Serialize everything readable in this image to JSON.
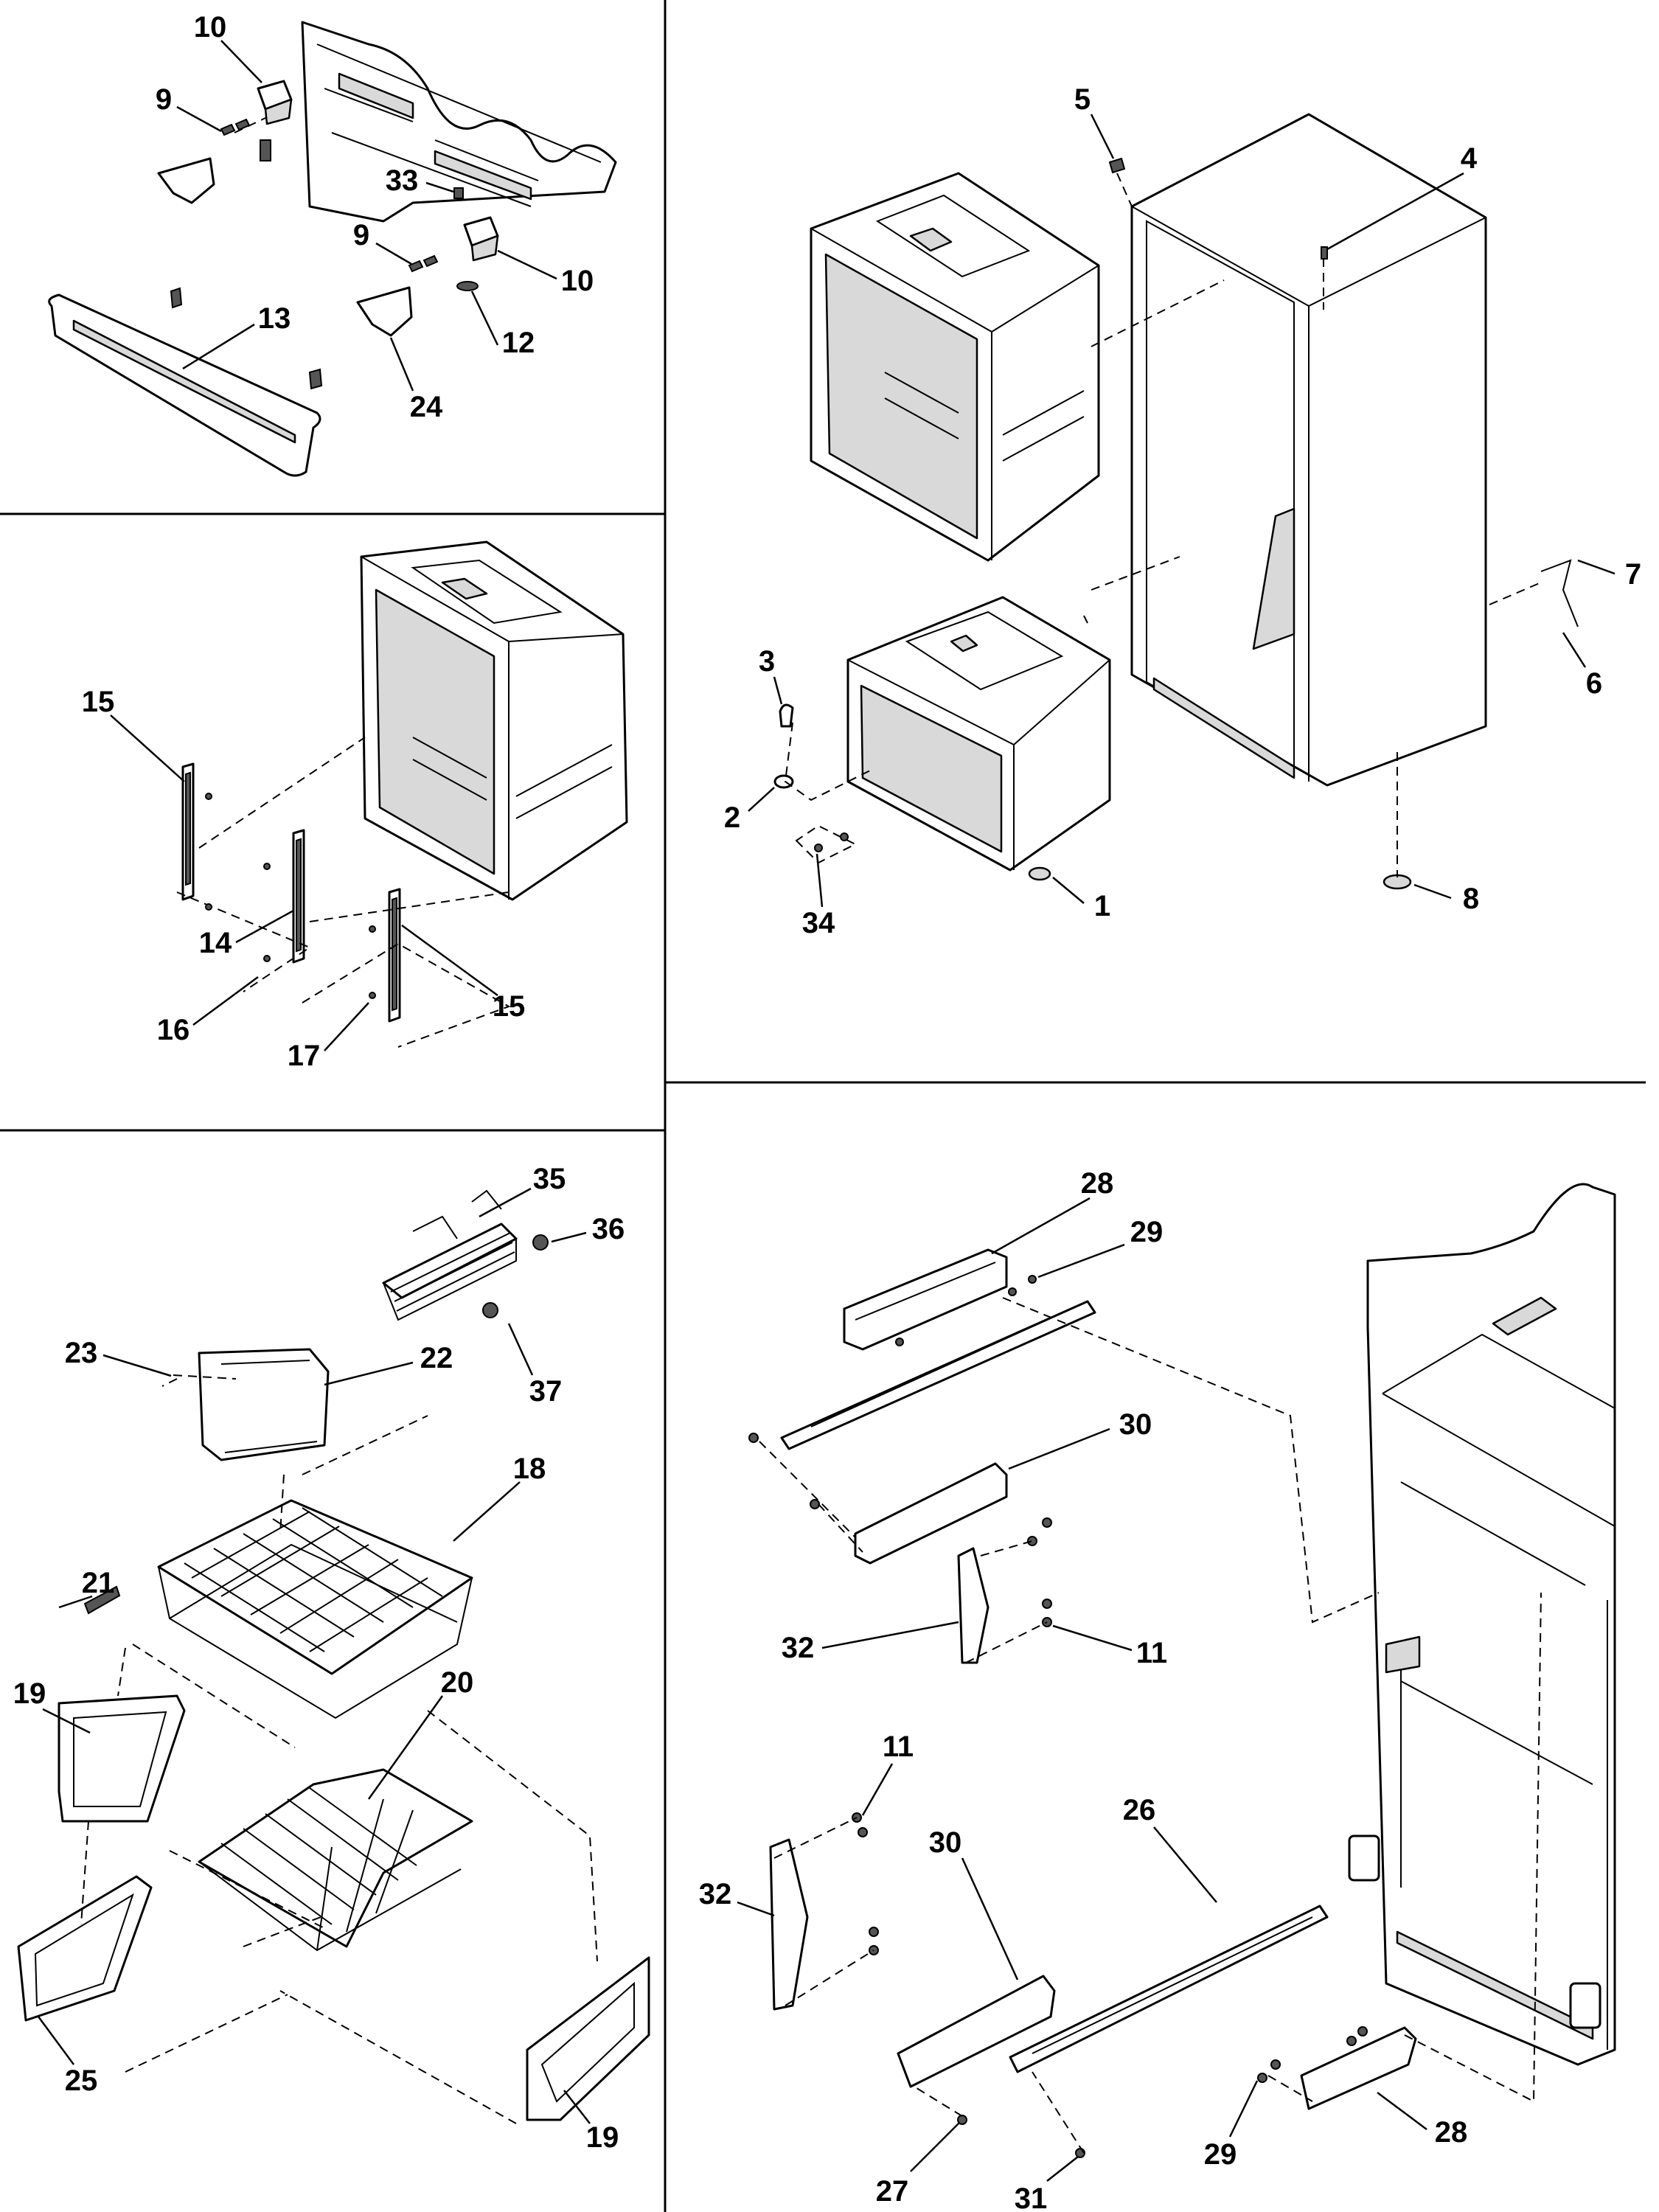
{
  "callouts": {
    "top_left": [
      "10",
      "9",
      "33",
      "9",
      "10",
      "13",
      "12",
      "24"
    ],
    "mid_left": [
      "15",
      "14",
      "16",
      "17",
      "15"
    ],
    "right_top": [
      "5",
      "4",
      "7",
      "6",
      "3",
      "2",
      "34",
      "1",
      "8"
    ],
    "bottom_left": [
      "35",
      "36",
      "23",
      "22",
      "37",
      "18",
      "21",
      "19",
      "20",
      "25",
      "19"
    ],
    "bottom_right": [
      "28",
      "29",
      "30",
      "32",
      "11",
      "11",
      "30",
      "26",
      "32",
      "29",
      "28",
      "27",
      "31"
    ]
  }
}
